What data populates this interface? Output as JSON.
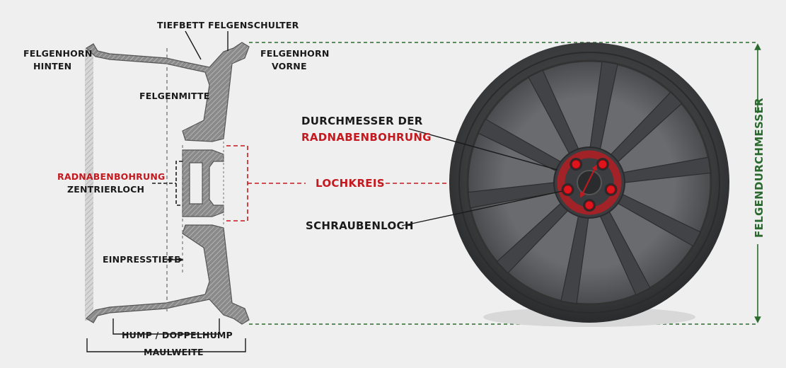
{
  "labels": {
    "tiefbett": "TIEFBETT",
    "felgenschulter": "FELGENSCHULTER",
    "felgenhorn_hinten_1": "FELGENHORN",
    "felgenhorn_hinten_2": "HINTEN",
    "felgenhorn_vorne_1": "FELGENHORN",
    "felgenhorn_vorne_2": "VORNE",
    "felgenmitte": "FELGENMITTE",
    "radnabenbohrung": "RADNABENBOHRUNG",
    "zentrierloch": "ZENTRIERLOCH",
    "einpresstiefe": "EINPRESSTIEFE",
    "hump": "HUMP / DOPPELHUMP",
    "maulweite": "MAULWEITE",
    "durchmesser_1": "DURCHMESSER DER",
    "durchmesser_2": "RADNABENBOHRUNG",
    "lochkreis": "LOCHKREIS",
    "schraubenloch": "SCHRAUBENLOCH",
    "felgendurchmesser": "FELGENDURCHMESSER"
  },
  "colors": {
    "background": "#efefef",
    "accent_red": "#c3191f",
    "accent_green": "#2a6a2e",
    "rim_dark": "#3a3b3d",
    "section_fill": "#8c8c8c"
  }
}
